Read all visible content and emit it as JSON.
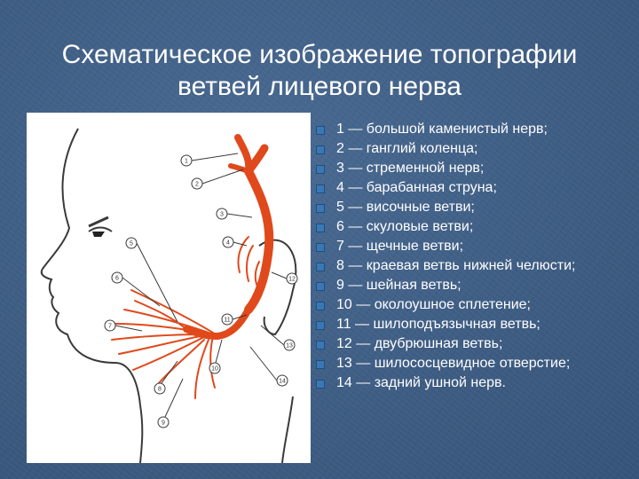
{
  "slide": {
    "title": "Схематическое изображение топографии ветвей лицевого нерва"
  },
  "figure": {
    "callout_numbers": [
      "1",
      "2",
      "3",
      "4",
      "5",
      "6",
      "7",
      "8",
      "9",
      "10",
      "11",
      "12",
      "13",
      "14"
    ],
    "nerve_color": "#e0491b",
    "outline_color": "#3a3a3a"
  },
  "legend": {
    "bullet_color": "#3a78b5",
    "items": [
      {
        "number": "1",
        "text": "1 — большой каменистый нерв;"
      },
      {
        "number": "2",
        "text": "2 — ганглий коленца;"
      },
      {
        "number": "3",
        "text": "3 — стременной нерв;"
      },
      {
        "number": "4",
        "text": "4 — барабанная струна;"
      },
      {
        "number": "5",
        "text": "5 — височные ветви;"
      },
      {
        "number": "6",
        "text": "6 — скуловые ветви;"
      },
      {
        "number": "7",
        "text": "7 — щечные ветви;"
      },
      {
        "number": "8",
        "text": "8 — краевая ветвь нижней челюсти;"
      },
      {
        "number": "9",
        "text": "9 — шейная ветвь;"
      },
      {
        "number": "10",
        "text": "10 — околоушное сплетение;"
      },
      {
        "number": "11",
        "text": "11 — шилоподъязычная ветвь;"
      },
      {
        "number": "12",
        "text": "12 — двубрюшная ветвь;"
      },
      {
        "number": "13",
        "text": "13 — шилососцевидное отверстие;"
      },
      {
        "number": "14",
        "text": "14 — задний ушной нерв."
      }
    ]
  }
}
